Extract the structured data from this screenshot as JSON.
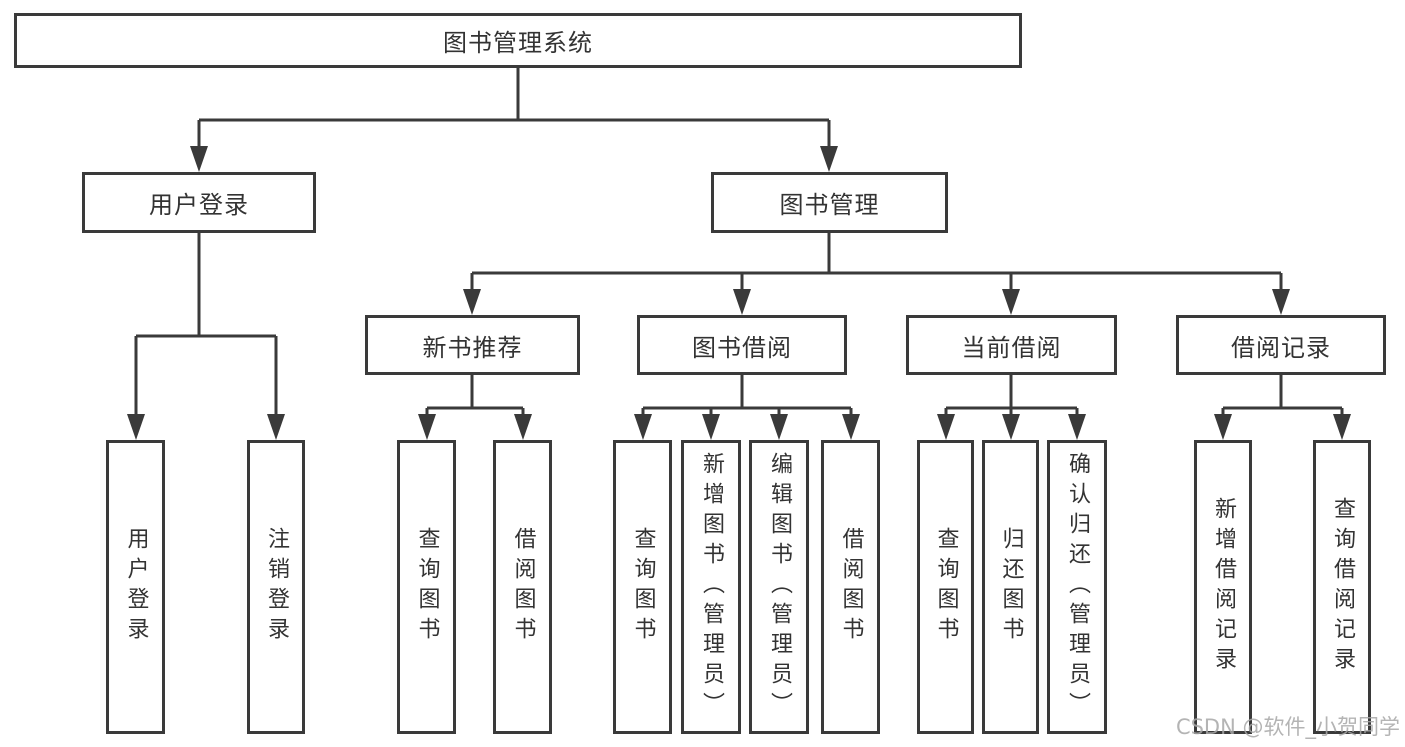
{
  "diagram": {
    "root": {
      "label": "图书管理系统"
    },
    "branches": [
      {
        "label": "用户登录",
        "children": [
          {
            "label": "用户登录"
          },
          {
            "label": "注销登录"
          }
        ]
      },
      {
        "label": "图书管理",
        "children": [
          {
            "label": "新书推荐",
            "children": [
              {
                "label": "查询图书"
              },
              {
                "label": "借阅图书"
              }
            ]
          },
          {
            "label": "图书借阅",
            "children": [
              {
                "label": "查询图书"
              },
              {
                "label": "新增图书（管理员）"
              },
              {
                "label": "编辑图书（管理员）"
              },
              {
                "label": "借阅图书"
              }
            ]
          },
          {
            "label": "当前借阅",
            "children": [
              {
                "label": "查询图书"
              },
              {
                "label": "归还图书"
              },
              {
                "label": "确认归还（管理员）"
              }
            ]
          },
          {
            "label": "借阅记录",
            "children": [
              {
                "label": "新增借阅记录"
              },
              {
                "label": "查询借阅记录"
              }
            ]
          }
        ]
      }
    ]
  },
  "watermark": {
    "text": "CSDN @软件_小贺同学"
  },
  "colors": {
    "line": "#3a3a3a",
    "text": "#333333",
    "background": "#ffffff",
    "watermark": "#a8a8a8"
  }
}
